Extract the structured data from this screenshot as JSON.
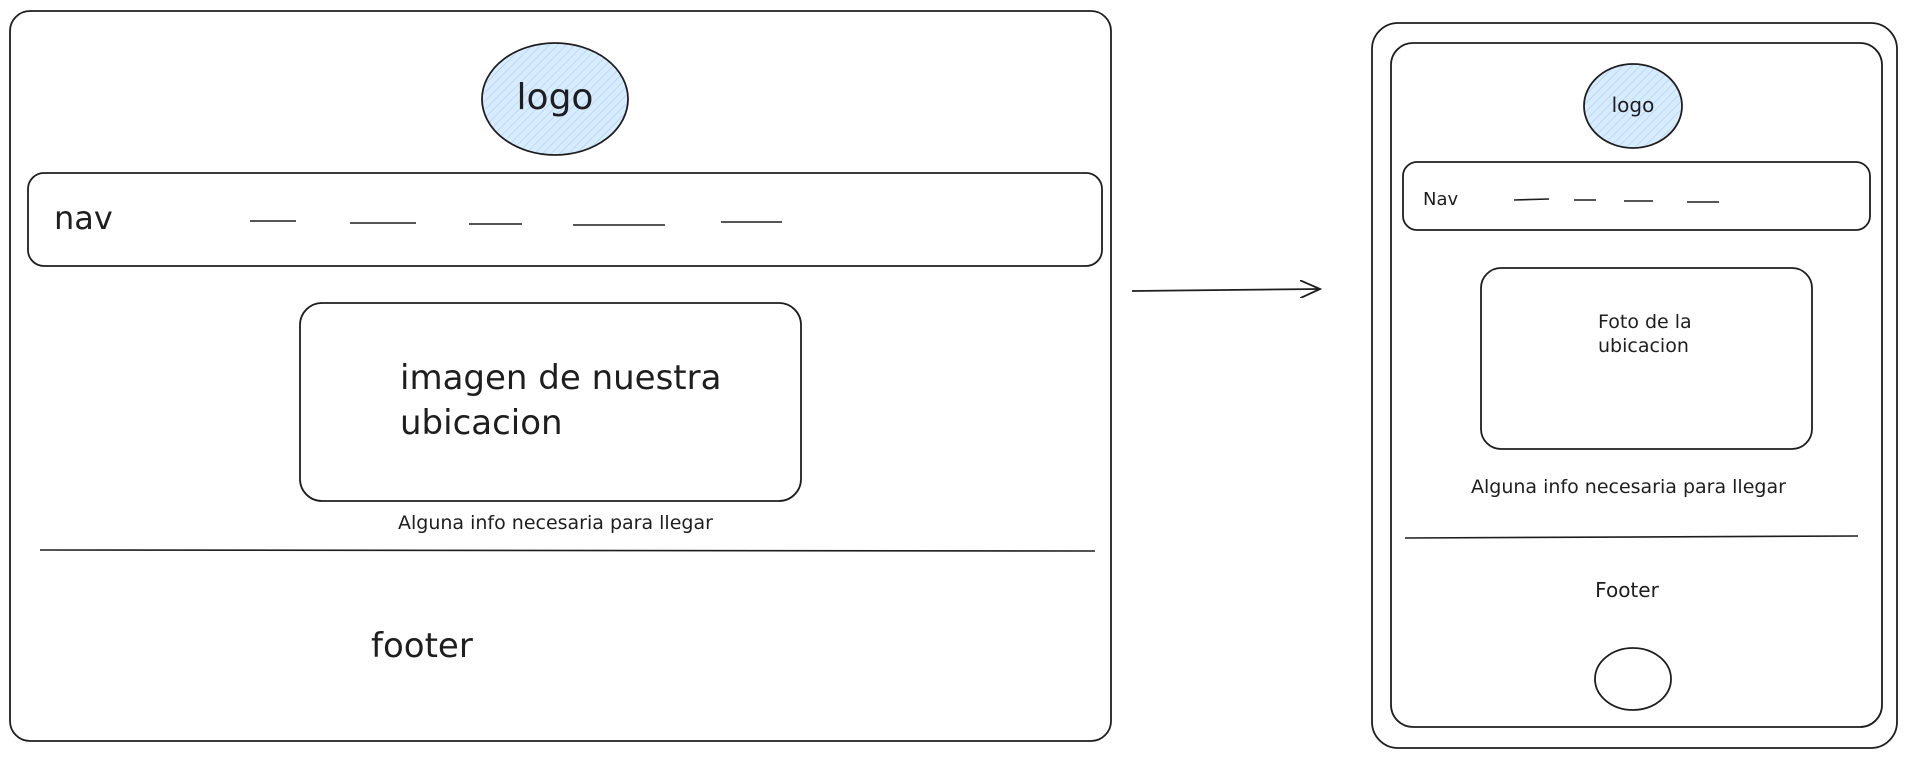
{
  "desktop_wireframe": {
    "logo_label": "logo",
    "nav_label": "nav",
    "nav_link_count": 5,
    "image_label_line1": "imagen de nuestra",
    "image_label_line2": "ubicacion",
    "caption": "Alguna info necesaria para llegar",
    "footer_label": "footer"
  },
  "mobile_wireframe": {
    "logo_label": "logo",
    "nav_label": "Nav",
    "nav_link_count": 4,
    "image_label_line1": "Foto de la",
    "image_label_line2": "ubicacion",
    "caption": "Alguna info necesaria para llegar",
    "footer_label": "Footer"
  },
  "colors": {
    "stroke": "#1e1e1e",
    "logo_fill": "#d8ecff"
  }
}
